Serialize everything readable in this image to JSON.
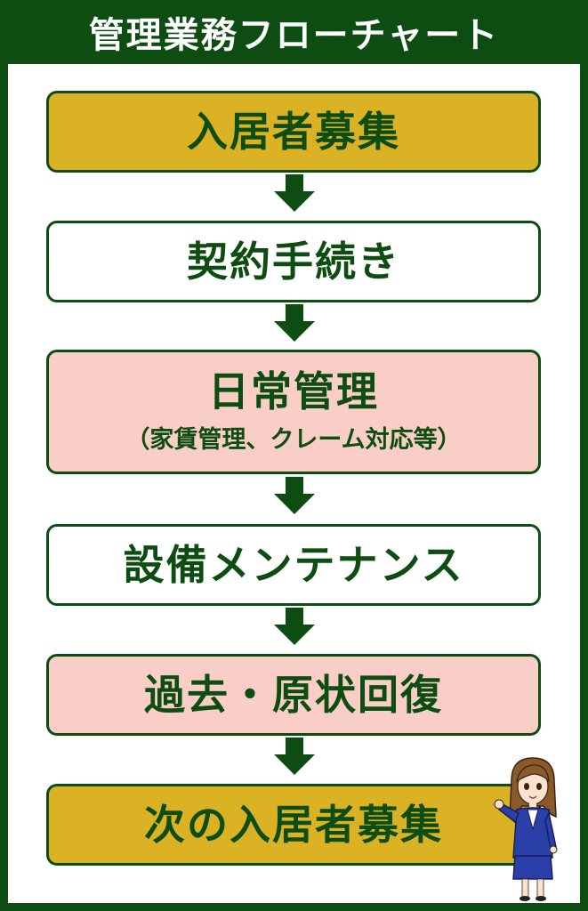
{
  "header": {
    "title": "管理業務フローチャート"
  },
  "steps": [
    {
      "label": "入居者募集",
      "sub": ""
    },
    {
      "label": "契約手続き",
      "sub": ""
    },
    {
      "label": "日常管理",
      "sub": "（家賃管理、クレーム対応等）"
    },
    {
      "label": "設備メンテナンス",
      "sub": ""
    },
    {
      "label": "過去・原状回復",
      "sub": ""
    },
    {
      "label": "次の入居者募集",
      "sub": ""
    }
  ],
  "colors": {
    "dark_green": "#0e4d12",
    "gold": "#dbb223",
    "pink": "#f8cec6",
    "white": "#ffffff"
  },
  "icons": {
    "flow_arrow": "arrow-down-icon",
    "illustration": "businesswoman-illustration"
  }
}
